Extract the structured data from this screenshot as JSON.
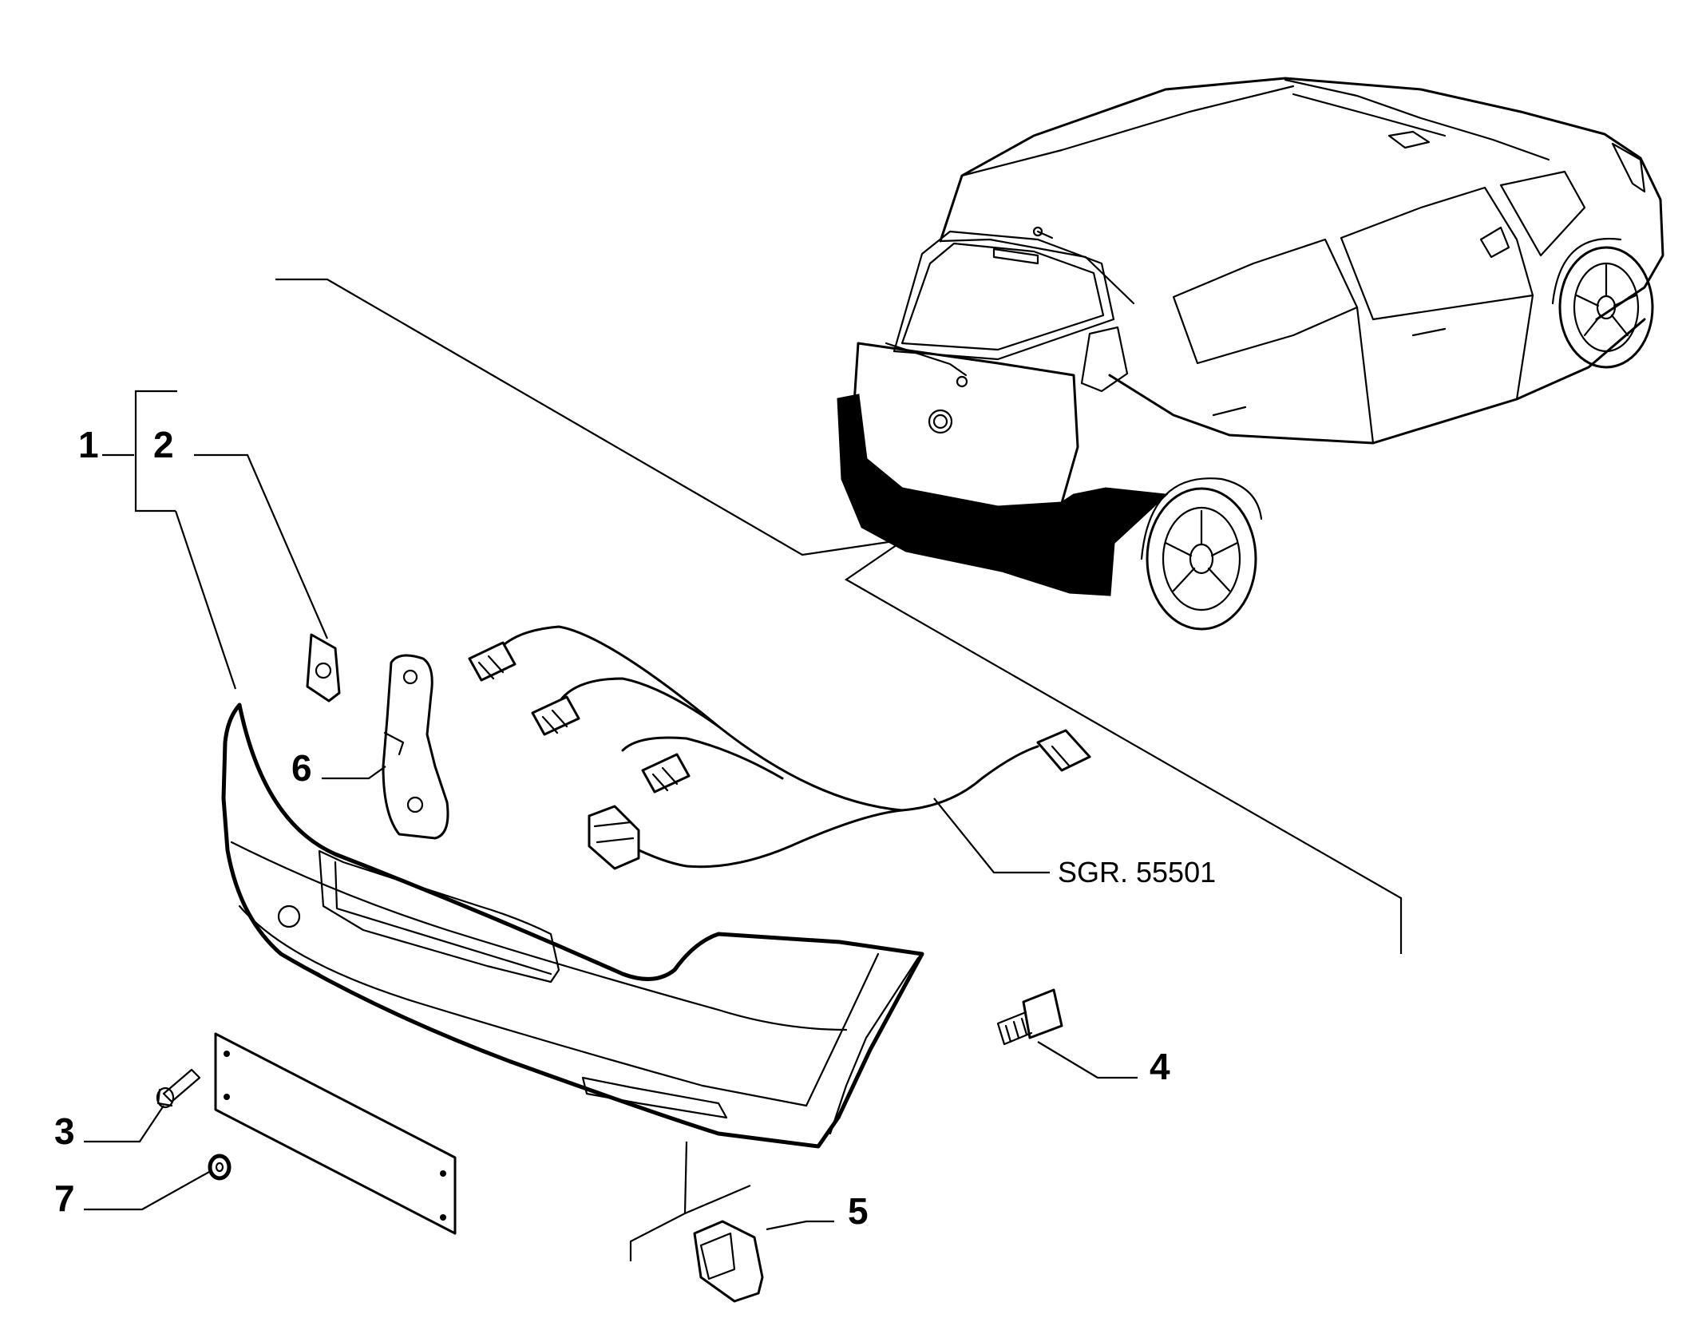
{
  "callouts": {
    "c1": "1",
    "c2": "2",
    "c3": "3",
    "c4": "4",
    "c5": "5",
    "c6": "6",
    "c7": "7"
  },
  "reference": {
    "label": "SGR. 55501"
  }
}
